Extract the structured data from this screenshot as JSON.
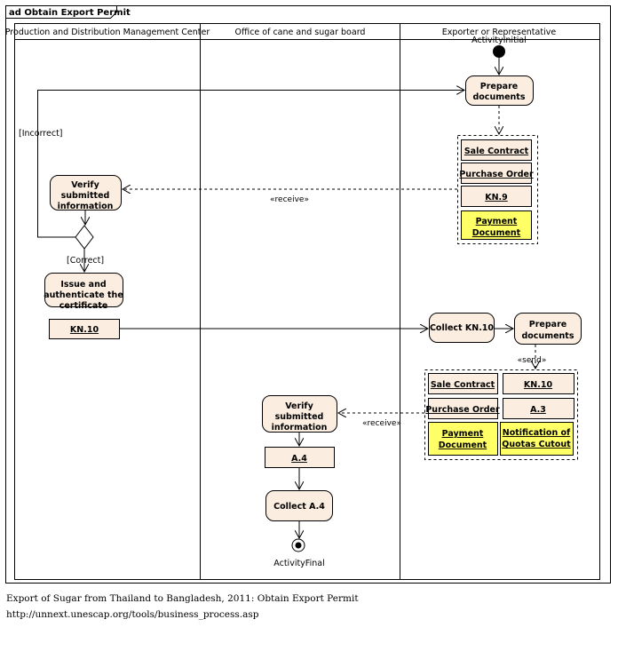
{
  "diagram": {
    "title": "ad Obtain Export Permit",
    "lanes": [
      "Production and Distribution Management Center",
      "Office of cane and sugar board",
      "Exporter or Representative"
    ],
    "initial_label": "ActivityInitial",
    "final_label": "ActivityFinal",
    "activities": {
      "prepare_1": [
        "Prepare",
        "documents"
      ],
      "verify_1": [
        "Verify",
        "submitted",
        "information"
      ],
      "issue": [
        "Issue and",
        "authenticate the",
        "certificate"
      ],
      "collect_kn10": [
        "Collect KN.10"
      ],
      "prepare_2": [
        "Prepare",
        "documents"
      ],
      "verify_2": [
        "Verify",
        "submitted",
        "information"
      ],
      "collect_a4": [
        "Collect A.4"
      ]
    },
    "objects": {
      "group1": {
        "sale_contract": "Sale Contract",
        "purchase_order": "Purchase Order",
        "kn9": "KN.9",
        "payment_document": [
          "Payment",
          "Document"
        ]
      },
      "kn10": "KN.10",
      "group2": {
        "sale_contract": "Sale Contract",
        "kn10": "KN.10",
        "purchase_order": "Purchase Order",
        "a3": "A.3",
        "payment_document": [
          "Payment",
          "Document"
        ],
        "notification": [
          "Notification of",
          "Quotas Cutout"
        ]
      },
      "a4": "A.4"
    },
    "guards": {
      "incorrect": "[Incorrect]",
      "correct": "[Correct]"
    },
    "stereotypes": {
      "receive_1": "«receive»",
      "send": "«send»",
      "receive_2": "«receive»"
    },
    "colors": {
      "activity_fill": "#fbeee0",
      "highlight_fill": "#ffff66"
    }
  },
  "caption": {
    "line1": "Export of Sugar from Thailand to Bangladesh, 2011: Obtain Export Permit",
    "line2": "http://unnext.unescap.org/tools/business_process.asp"
  }
}
